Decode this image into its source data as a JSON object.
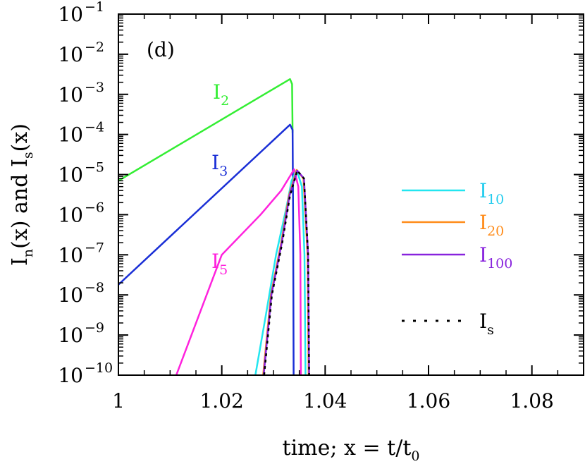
{
  "chart_data": {
    "type": "line",
    "panel_label": "(d)",
    "xlabel": "time; x = t/t_0",
    "ylabel": "I_n(x) and I_s(x)",
    "xlim": [
      1.0,
      1.09
    ],
    "ylim": [
      1e-10,
      0.1
    ],
    "y_scale": "log",
    "x_ticks": [
      1,
      1.02,
      1.04,
      1.06,
      1.08
    ],
    "x_tick_labels": [
      "1",
      "1.02",
      "1.04",
      "1.06",
      "1.08"
    ],
    "y_ticks_exp": [
      -1,
      -2,
      -3,
      -4,
      -5,
      -6,
      -7,
      -8,
      -9,
      -10
    ],
    "y_tick_base": "10",
    "grid": false,
    "legend_position": "right",
    "series": [
      {
        "name": "I_2",
        "label_base": "I",
        "label_sub": "2",
        "color": "#33ee33",
        "inline_label": true,
        "points": [
          [
            1.0,
            7e-06
          ],
          [
            1.0332,
            0.0024
          ],
          [
            1.0336,
            0.0018
          ],
          [
            1.0337,
            0.00011
          ]
        ]
      },
      {
        "name": "I_3",
        "label_base": "I",
        "label_sub": "3",
        "color": "#1a2fd6",
        "inline_label": true,
        "points": [
          [
            1.0,
            1.8e-08
          ],
          [
            1.0332,
            0.000175
          ],
          [
            1.0337,
            0.00013
          ],
          [
            1.0338,
            1e-06
          ],
          [
            1.0339,
            1e-10
          ]
        ]
      },
      {
        "name": "I_5",
        "label_base": "I",
        "label_sub": "5",
        "color": "#ff22dd",
        "inline_label": true,
        "points": [
          [
            1.0112,
            1e-10
          ],
          [
            1.02,
            1e-07
          ],
          [
            1.0275,
            1e-06
          ],
          [
            1.0315,
            4e-06
          ],
          [
            1.034,
            1.35e-05
          ],
          [
            1.0348,
            5e-06
          ],
          [
            1.0352,
            1e-07
          ],
          [
            1.0353,
            1e-10
          ]
        ]
      },
      {
        "name": "I_10",
        "label_base": "I",
        "label_sub": "10",
        "color": "#22e6f0",
        "inline_label": false,
        "points": [
          [
            1.0265,
            1e-10
          ],
          [
            1.0285,
            3e-09
          ],
          [
            1.0305,
            1e-07
          ],
          [
            1.0325,
            1.5e-06
          ],
          [
            1.0335,
            7e-06
          ],
          [
            1.0345,
            1.3e-05
          ],
          [
            1.0355,
            5e-06
          ],
          [
            1.036,
            1e-07
          ],
          [
            1.0362,
            1e-10
          ]
        ]
      },
      {
        "name": "I_20",
        "label_base": "I",
        "label_sub": "20",
        "color": "#ff8c1a",
        "inline_label": false,
        "points": [
          [
            1.028,
            1e-10
          ],
          [
            1.0295,
            1e-08
          ],
          [
            1.0315,
            2e-07
          ],
          [
            1.033,
            3e-06
          ],
          [
            1.0345,
            1.3e-05
          ],
          [
            1.0358,
            8e-06
          ],
          [
            1.0366,
            1e-07
          ],
          [
            1.0368,
            1e-10
          ]
        ]
      },
      {
        "name": "I_100",
        "label_base": "I",
        "label_sub": "100",
        "color": "#8822dd",
        "inline_label": false,
        "points": [
          [
            1.0281,
            1e-10
          ],
          [
            1.0296,
            1e-08
          ],
          [
            1.0316,
            2e-07
          ],
          [
            1.0331,
            3e-06
          ],
          [
            1.0346,
            1.25e-05
          ],
          [
            1.0359,
            8e-06
          ],
          [
            1.0367,
            1e-07
          ],
          [
            1.0369,
            1e-10
          ]
        ]
      },
      {
        "name": "I_s",
        "label_base": "I",
        "label_sub": "s",
        "color": "#000000",
        "dashed": true,
        "inline_label": false,
        "points": [
          [
            1.0282,
            1e-10
          ],
          [
            1.0297,
            1e-08
          ],
          [
            1.0317,
            2e-07
          ],
          [
            1.0332,
            3e-06
          ],
          [
            1.0346,
            1.25e-05
          ],
          [
            1.0359,
            8e-06
          ],
          [
            1.0367,
            1e-07
          ],
          [
            1.0369,
            1e-10
          ]
        ]
      }
    ],
    "legend": [
      {
        "series": "I_10",
        "label_base": "I",
        "label_sub": "10",
        "color": "#22e6f0",
        "text_color": "#22ccee"
      },
      {
        "series": "I_20",
        "label_base": "I",
        "label_sub": "20",
        "color": "#ff8c1a",
        "text_color": "#ff8c1a"
      },
      {
        "series": "I_100",
        "label_base": "I",
        "label_sub": "100",
        "color": "#8822dd",
        "text_color": "#8822dd"
      },
      {
        "series": "I_s",
        "label_base": "I",
        "label_sub": "s",
        "color": "#000000",
        "text_color": "#000000"
      }
    ]
  }
}
